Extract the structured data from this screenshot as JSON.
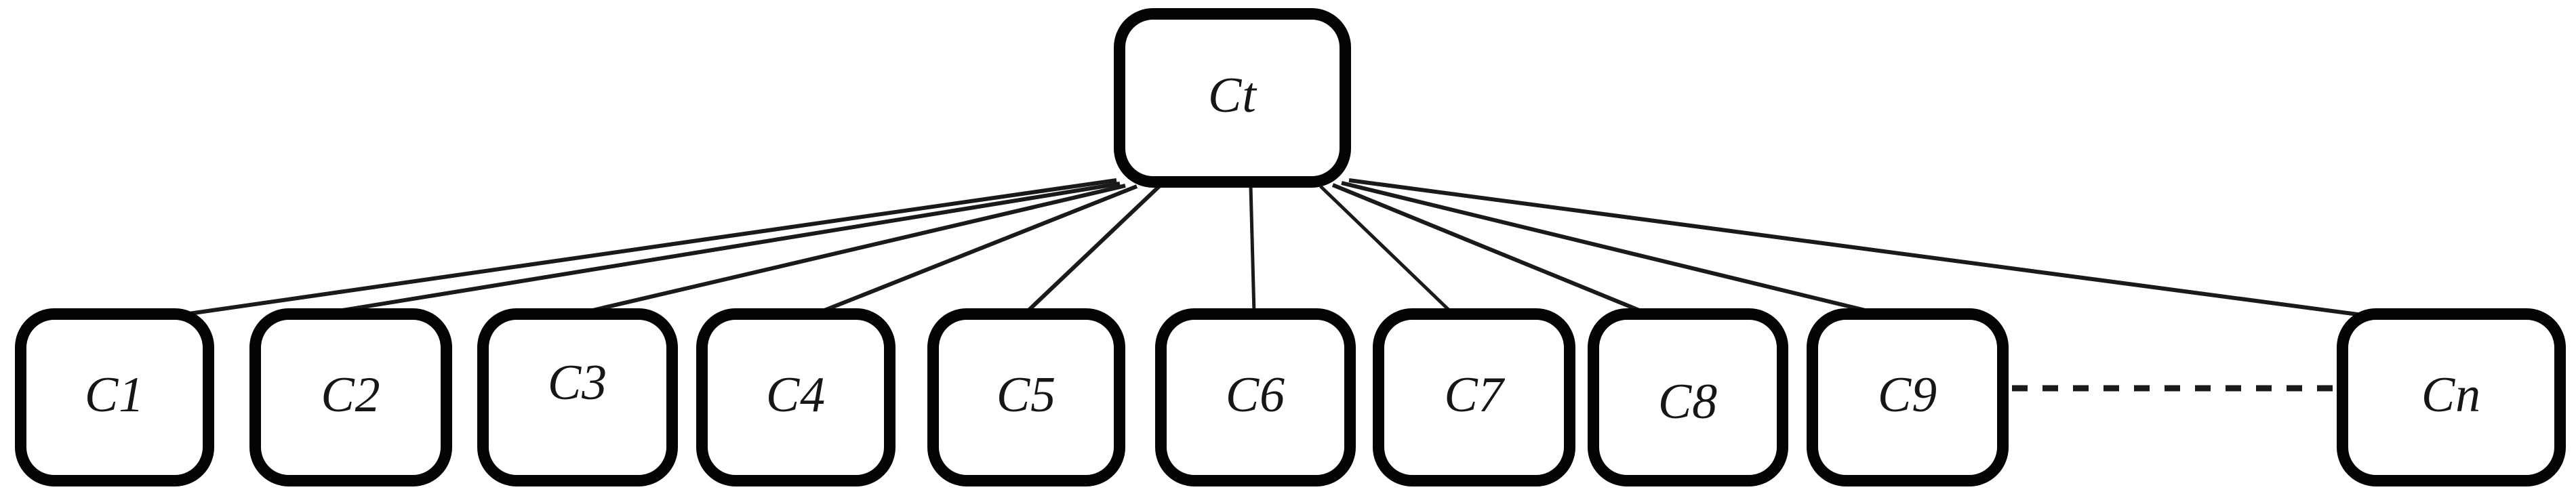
{
  "diagram": {
    "type": "tree",
    "root": {
      "id": "Ct",
      "label": "Ct"
    },
    "children": [
      {
        "id": "C1",
        "label": "C1"
      },
      {
        "id": "C2",
        "label": "C2"
      },
      {
        "id": "C3",
        "label": "C3"
      },
      {
        "id": "C4",
        "label": "C4"
      },
      {
        "id": "C5",
        "label": "C5"
      },
      {
        "id": "C6",
        "label": "C6"
      },
      {
        "id": "C7",
        "label": "C7"
      },
      {
        "id": "C8",
        "label": "C8"
      },
      {
        "id": "C9",
        "label": "C9"
      },
      {
        "id": "Cn",
        "label": "Cn"
      }
    ],
    "edges": [
      {
        "from": "Ct",
        "to": "C1",
        "style": "solid"
      },
      {
        "from": "Ct",
        "to": "C2",
        "style": "solid"
      },
      {
        "from": "Ct",
        "to": "C3",
        "style": "solid"
      },
      {
        "from": "Ct",
        "to": "C4",
        "style": "solid"
      },
      {
        "from": "Ct",
        "to": "C5",
        "style": "solid"
      },
      {
        "from": "Ct",
        "to": "C6",
        "style": "solid"
      },
      {
        "from": "Ct",
        "to": "C7",
        "style": "solid"
      },
      {
        "from": "Ct",
        "to": "C8",
        "style": "solid"
      },
      {
        "from": "Ct",
        "to": "C9",
        "style": "solid"
      },
      {
        "from": "Ct",
        "to": "Cn",
        "style": "solid"
      },
      {
        "from": "C9",
        "to": "Cn",
        "style": "dashed",
        "meaning": "ellipsis-continuation"
      }
    ],
    "colors": {
      "node_border": "#040404",
      "node_fill": "#ffffff",
      "edge": "#1a1a1a",
      "text": "#161616",
      "background": "#ffffff"
    }
  }
}
